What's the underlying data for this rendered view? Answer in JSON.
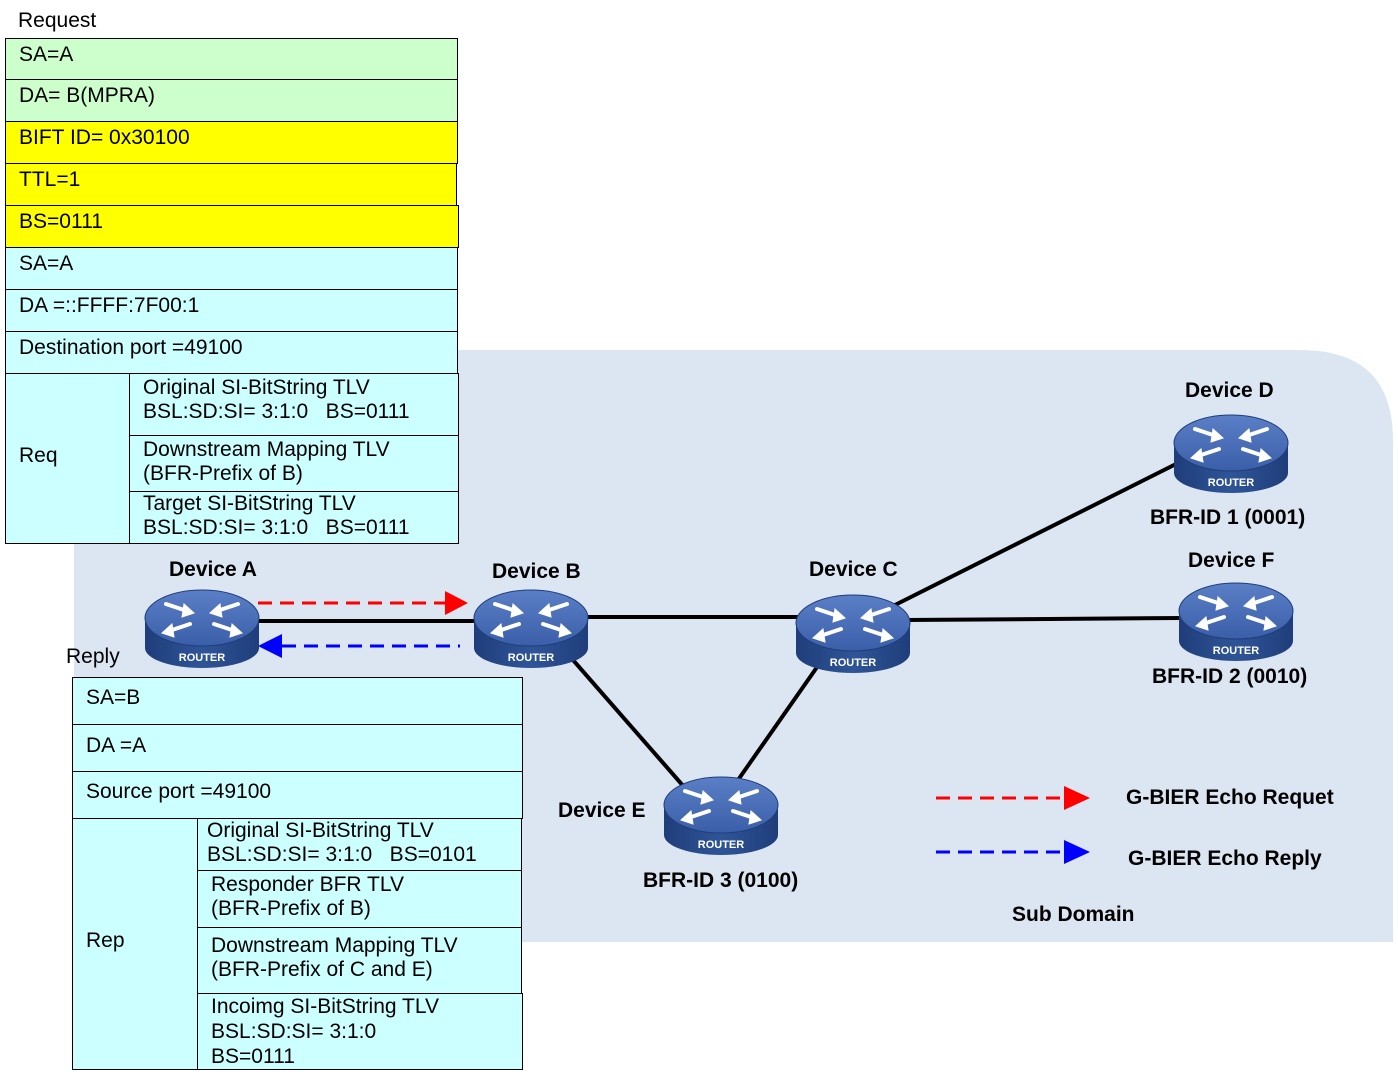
{
  "request": {
    "title": "Request",
    "rows": [
      "SA=A",
      "DA= B(MPRA)",
      "BIFT ID= 0x30100",
      "TTL=1",
      "BS=0111",
      "SA=A",
      "DA =::FFFF:7F00:1",
      "Destination port =49100"
    ],
    "group_label": "Req",
    "tlvs": [
      [
        "Original SI-BitString TLV",
        "BSL:SD:SI= 3:1:0   BS=0111"
      ],
      [
        "Downstream Mapping TLV",
        "(BFR-Prefix of B)"
      ],
      [
        "Target SI-BitString TLV",
        "BSL:SD:SI= 3:1:0   BS=0111"
      ]
    ]
  },
  "reply": {
    "title": "Reply",
    "rows": [
      "SA=B",
      "DA =A",
      "Source port =49100"
    ],
    "group_label": "Rep",
    "tlvs": [
      [
        "Original SI-BitString TLV",
        "BSL:SD:SI= 3:1:0   BS=0101"
      ],
      [
        "Responder BFR TLV",
        "(BFR-Prefix of B)"
      ],
      [
        "Downstream Mapping TLV",
        "(BFR-Prefix of C and E)"
      ],
      [
        "Incoimg SI-BitString TLV",
        "BSL:SD:SI= 3:1:0",
        "BS=0111"
      ]
    ]
  },
  "devices": {
    "a": {
      "name": "Device A"
    },
    "b": {
      "name": "Device B"
    },
    "c": {
      "name": "Device C"
    },
    "d": {
      "name": "Device D",
      "bfr_id": "BFR-ID 1 (0001)"
    },
    "e": {
      "name": "Device E",
      "bfr_id": "BFR-ID 3 (0100)"
    },
    "f": {
      "name": "Device F",
      "bfr_id": "BFR-ID 2 (0010)"
    }
  },
  "router_icon_text": "ROUTER",
  "legend": {
    "request": "G-BIER Echo Requet",
    "reply": "G-BIER Echo Reply"
  },
  "domain_label": "Sub Domain",
  "colors": {
    "domain_fill": "#dce6f2",
    "request_arrow": "#ff0000",
    "reply_arrow": "#0000ff",
    "router_body": "#2f5597"
  }
}
